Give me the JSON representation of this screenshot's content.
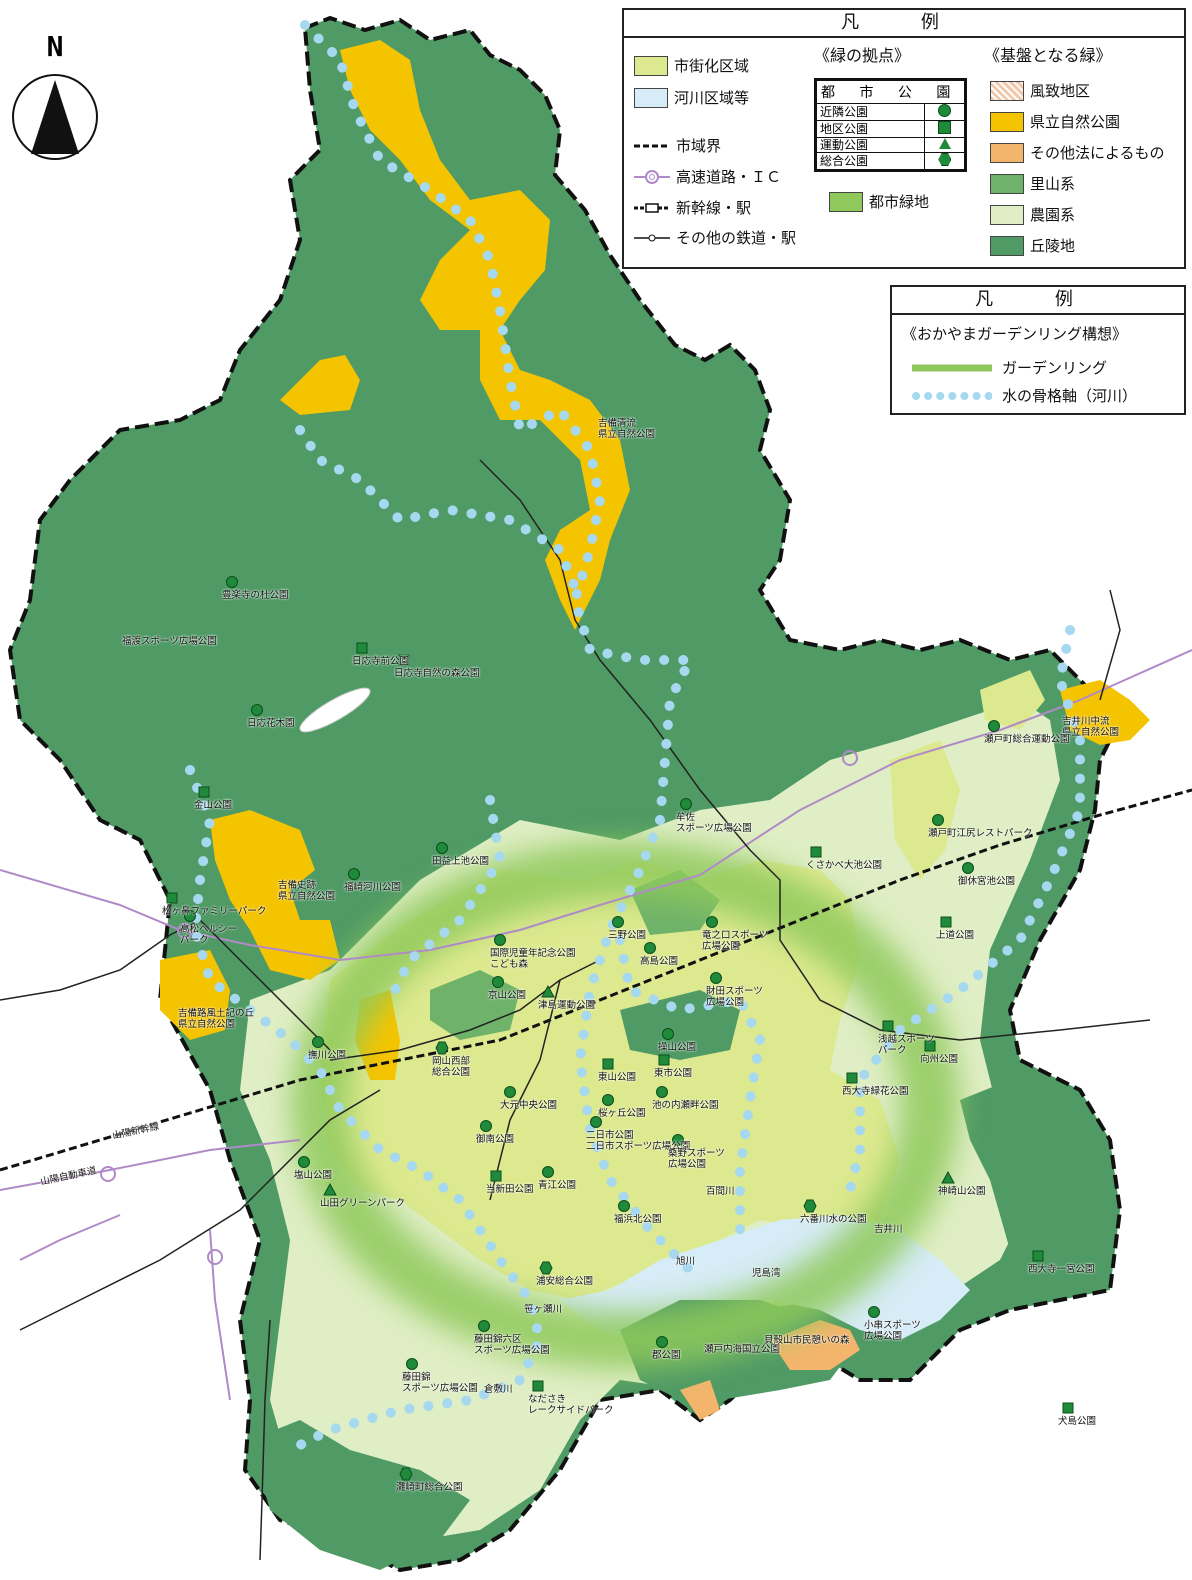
{
  "north": {
    "letter": "N"
  },
  "legend1": {
    "title": "凡 例",
    "area_types": [
      {
        "label": "市街化区域",
        "color": "#dde98f"
      },
      {
        "label": "河川区域等",
        "color": "#d6ecf6"
      }
    ],
    "line_types": [
      {
        "label": "市域界"
      },
      {
        "label": "高速道路・ＩＣ"
      },
      {
        "label": "新幹線・駅"
      },
      {
        "label": "その他の鉄道・駅"
      }
    ],
    "green_hubs_heading": "《緑の拠点》",
    "park_table": {
      "header": "都 市 公 園",
      "rows": [
        {
          "label": "近隣公園",
          "symbol": "circle"
        },
        {
          "label": "地区公園",
          "symbol": "square"
        },
        {
          "label": "運動公園",
          "symbol": "triangle"
        },
        {
          "label": "総合公園",
          "symbol": "hexagon"
        }
      ]
    },
    "urban_green": {
      "label": "都市緑地",
      "color": "#8fc95b"
    },
    "base_green_heading": "《基盤となる緑》",
    "base_green": [
      {
        "label": "風致地区",
        "color": "#f2c8a8"
      },
      {
        "label": "県立自然公園",
        "color": "#f5c400"
      },
      {
        "label": "その他法によるもの",
        "color": "#f3b56c"
      },
      {
        "label": "里山系",
        "color": "#6fb26a"
      },
      {
        "label": "農園系",
        "color": "#dfeec4"
      },
      {
        "label": "丘陵地",
        "color": "#4f9a65"
      }
    ]
  },
  "legend2": {
    "title": "凡 例",
    "heading": "《おかやまガーデンリング構想》",
    "items": [
      {
        "label": "ガーデンリング"
      },
      {
        "label": "水の骨格軸（河川）"
      }
    ]
  },
  "map": {
    "colors": {
      "hills": "#4f9a65",
      "urban": "#dde98f",
      "farm": "#dfeec4",
      "river": "#d6ecf6",
      "prefpark": "#f5c400",
      "other": "#f3b56c",
      "water_axis": "#a6d8f0",
      "ring": "#8fc95b",
      "park": "#1e8a3a"
    },
    "labels": [
      {
        "text": "吉備清流\n県立自然公園"
      },
      {
        "text": "豊楽寺の杜公園"
      },
      {
        "text": "福渡スポーツ広場公園"
      },
      {
        "text": "日応寺前公園"
      },
      {
        "text": "日応寺自然の森公園"
      },
      {
        "text": "日応花木園"
      },
      {
        "text": "吉井川中流\n県立自然公園"
      },
      {
        "text": "瀬戸町総合運動公園"
      },
      {
        "text": "牟佐\nスポーツ広場公園"
      },
      {
        "text": "瀬戸町江尻レストパーク"
      },
      {
        "text": "くさかべ大池公園"
      },
      {
        "text": "御休宮池公園"
      },
      {
        "text": "金山公園"
      },
      {
        "text": "吉備史跡\n県立自然公園"
      },
      {
        "text": "田益上池公園"
      },
      {
        "text": "福崎河川公園"
      },
      {
        "text": "松ヶ鼻ファミリーパーク"
      },
      {
        "text": "高松ヘルシー\nパーク"
      },
      {
        "text": "三野公園"
      },
      {
        "text": "竜之口スポーツ\n広場公園"
      },
      {
        "text": "高島公園"
      },
      {
        "text": "国際児童年記念公園\nこども森"
      },
      {
        "text": "上道公園"
      },
      {
        "text": "京山公園"
      },
      {
        "text": "津島運動公園"
      },
      {
        "text": "財田スポーツ\n広場公園"
      },
      {
        "text": "浅越スポーツ\nパーク"
      },
      {
        "text": "吉備路風土記の丘\n県立自然公園"
      },
      {
        "text": "操山公園"
      },
      {
        "text": "向州公園"
      },
      {
        "text": "撫川公園"
      },
      {
        "text": "岡山西部\n総合公園"
      },
      {
        "text": "東山公園"
      },
      {
        "text": "東市公園"
      },
      {
        "text": "西大寺緑花公園"
      },
      {
        "text": "大元中央公園"
      },
      {
        "text": "桜ヶ丘公園"
      },
      {
        "text": "池の内瀬畔公園"
      },
      {
        "text": "御南公園"
      },
      {
        "text": "二日市公園\n二日市スポーツ広場公園"
      },
      {
        "text": "桑野スポーツ\n広場公園"
      },
      {
        "text": "百間川"
      },
      {
        "text": "神崎山公園"
      },
      {
        "text": "塩山公園"
      },
      {
        "text": "山田グリーンパーク"
      },
      {
        "text": "当新田公園"
      },
      {
        "text": "青江公園"
      },
      {
        "text": "福浜北公園"
      },
      {
        "text": "六番川水の公園"
      },
      {
        "text": "吉井川"
      },
      {
        "text": "西大寺一宮公園"
      },
      {
        "text": "旭川"
      },
      {
        "text": "児島湾"
      },
      {
        "text": "浦安総合公園"
      },
      {
        "text": "笹ヶ瀬川"
      },
      {
        "text": "藤田錦六区\nスポーツ広場公園"
      },
      {
        "text": "郡公園"
      },
      {
        "text": "瀬戸内海国立公園"
      },
      {
        "text": "貝殻山市民憩いの森"
      },
      {
        "text": "小串スポーツ\n広場公園"
      },
      {
        "text": "藤田錦\nスポーツ広場公園"
      },
      {
        "text": "倉敷川"
      },
      {
        "text": "なださき\nレークサイドパーク"
      },
      {
        "text": "犬島公園"
      },
      {
        "text": "灘崎町総合公園"
      },
      {
        "text": "山陽新幹線"
      },
      {
        "text": "山陽自動車道"
      }
    ]
  }
}
